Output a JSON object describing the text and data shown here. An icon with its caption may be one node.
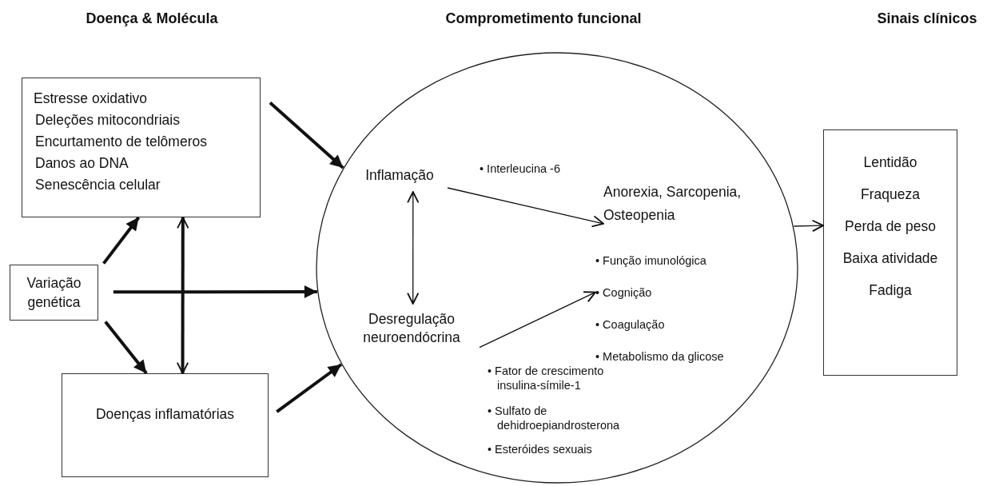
{
  "diagram": {
    "nodes": [
      {
        "text": [
          "Estresse oxidativo",
          "Deleções mitocondriais",
          "Encurtamento de telômeros",
          "Danos ao DNA",
          "Senescência celular"
        ]
      },
      {
        "text": [
          "Variação genética"
        ]
      },
      {
        "text": [
          "Doenças inflamatórias"
        ]
      },
      {
        "text": [],
        "shape": "circle"
      },
      {
        "text": [
          "Inflamação"
        ],
        "in": 3
      },
      {
        "text": [
          "Desregulação neuroendócrina"
        ],
        "in": 3
      },
      {
        "text": [
          "Anorexia, Sarcopenia, Osteopenia"
        ],
        "in": 3
      },
      {
        "text": [
          "• Função imunológica",
          "• Cognição",
          "• Coagulação",
          "• Metabolismo da glicose"
        ],
        "in": 3
      },
      {
        "text": [
          "Lentidão",
          "Fraqueza",
          "Perda de peso",
          "Baixa atividade",
          "Fadiga"
        ]
      }
    ],
    "edges": [
      {
        "from": 0,
        "to": 3,
        "arrow": "to"
      },
      {
        "from": 1,
        "to": 0,
        "arrow": "to"
      },
      {
        "from": 1,
        "to": 3,
        "arrow": "to"
      },
      {
        "from": 1,
        "to": 2,
        "arrow": "to"
      },
      {
        "from": 0,
        "to": 2,
        "arrow": "both"
      },
      {
        "from": 2,
        "to": 3,
        "arrow": "to"
      },
      {
        "from": 4,
        "to": 5,
        "arrow": "both"
      },
      {
        "from": 4,
        "to": 6,
        "arrow": "to"
      },
      {
        "from": 5,
        "to": 7,
        "arrow": "to"
      },
      {
        "from": 3,
        "to": 8,
        "arrow": "to"
      }
    ],
    "labels": [
      "Doença & Molécula",
      "Comprometimento funcional",
      "Sinais clínicos",
      "• Interleucina -6",
      "• Fator de crescimento insulina-símile-1",
      "• Sulfato de dehidroepiandrosterona",
      "• Esteróides sexuais"
    ]
  }
}
